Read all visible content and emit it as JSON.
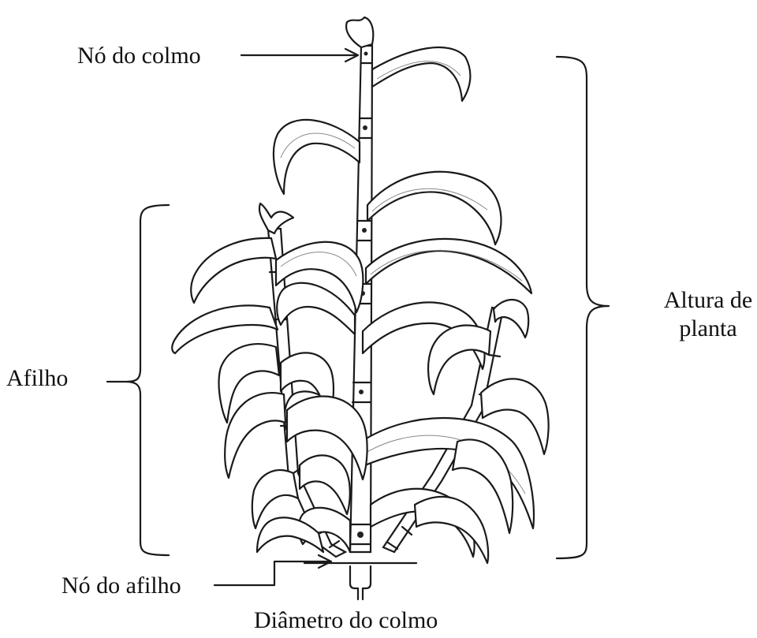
{
  "labels": {
    "stem_node": "Nó do colmo",
    "plant_height_line1": "Altura de",
    "plant_height_line2": "planta",
    "tiller": "Afilho",
    "tiller_node": "Nó do afilho",
    "stem_diameter": "Diâmetro do colmo"
  }
}
